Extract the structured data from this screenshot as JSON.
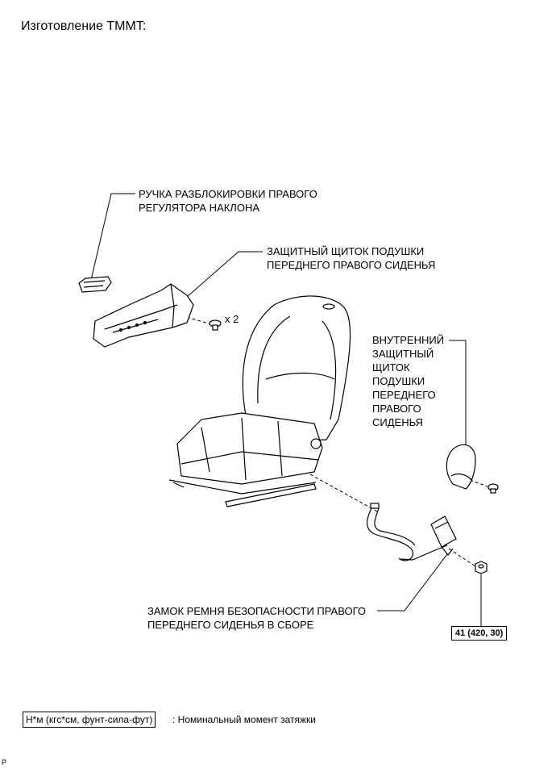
{
  "page": {
    "title": "Изготовление TMMT:",
    "corner_mark": "P"
  },
  "callouts": {
    "release_handle": "РУЧКА РАЗБЛОКИРОВКИ ПРАВОГО\nРЕГУЛЯТОРА НАКЛОНА",
    "outer_shield": "ЗАЩИТНЫЙ ЩИТОК ПОДУШКИ\nПЕРЕДНЕГО ПРАВОГО СИДЕНЬЯ",
    "inner_shield": "ВНУТРЕННИЙ\nЗАЩИТНЫЙ\nЩИТОК\nПОДУШКИ\nПЕРЕДНЕГО\nПРАВОГО\nСИДЕНЬЯ",
    "buckle": "ЗАМОК РЕМНЯ БЕЗОПАСНОСТИ ПРАВОГО\nПЕРЕДНЕГО СИДЕНЬЯ В СБОРЕ",
    "screw_qty": "x 2",
    "torque": "41 (420, 30)"
  },
  "legend": {
    "unit_box": "Н*м (кгс*см, фунт-сила-фут)",
    "description": ": Номинальный момент затяжки"
  }
}
